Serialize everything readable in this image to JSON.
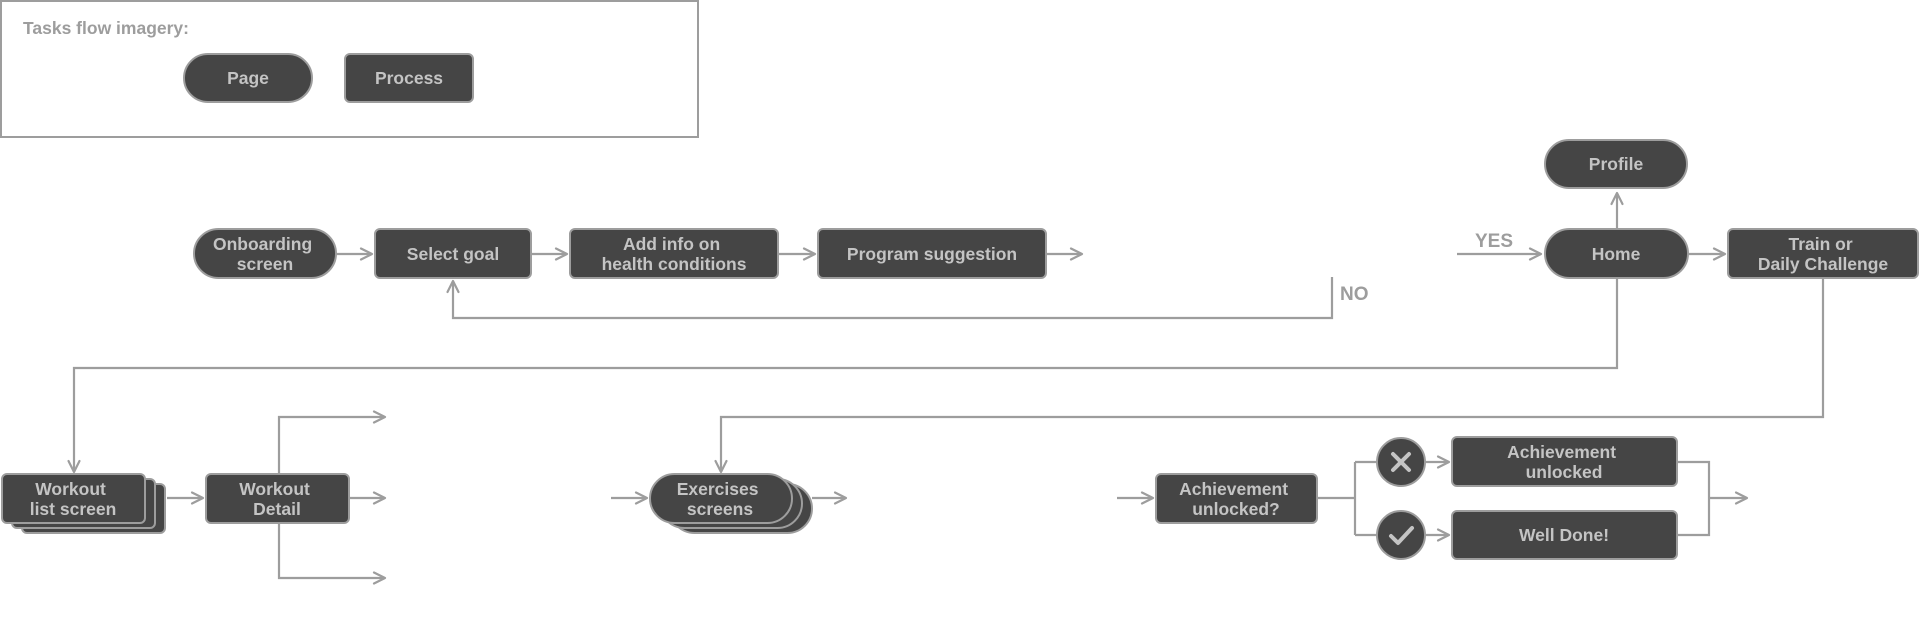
{
  "legend": {
    "title": "Tasks flow imagery:",
    "page_label": "Page",
    "process_label": "Process"
  },
  "nodes": {
    "onboarding": [
      "Onboarding",
      "screen"
    ],
    "select_goal": [
      "Select goal"
    ],
    "health_info": [
      "Add info on",
      "health conditions"
    ],
    "program": [
      "Program suggestion"
    ],
    "profile": [
      "Profile"
    ],
    "home": [
      "Home"
    ],
    "train": [
      "Train or",
      "Daily Challenge"
    ],
    "workout_list": [
      "Workout",
      "list screen"
    ],
    "workout_detail": [
      "Workout",
      "Detail"
    ],
    "exercises": [
      "Exercises",
      "screens"
    ],
    "achievement_q": [
      "Achievement",
      "unlocked?"
    ],
    "achievement_unlocked": [
      "Achievement",
      "unlocked"
    ],
    "well_done": [
      "Well Done!"
    ]
  },
  "labels": {
    "yes": "YES",
    "no": "NO"
  },
  "icons": {
    "decision_no": "close-x-icon",
    "decision_yes": "checkmark-icon"
  },
  "colors": {
    "node_fill": "#454545",
    "node_border": "#9d9d9d",
    "node_text": "#c4c4c4",
    "line": "#9d9d9d"
  }
}
